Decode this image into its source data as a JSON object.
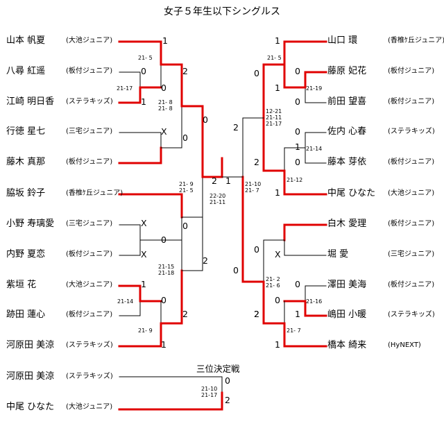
{
  "title": "女子５年生以下シングルス",
  "left_players": [
    {
      "name": "山本 帆夏",
      "club": "(大池ジュニア)"
    },
    {
      "name": "八尋 紅遥",
      "club": "(板付ジュニア)"
    },
    {
      "name": "江崎 明日香",
      "club": "(ステラキッズ)"
    },
    {
      "name": "行徳 星七",
      "club": "(三宅ジュニア)"
    },
    {
      "name": "藤木 真那",
      "club": "(板付ジュニア)"
    },
    {
      "name": "脇坂 鈴子",
      "club": "(香椎ｹ丘ジュニア)"
    },
    {
      "name": "小野 寿璃愛",
      "club": "(三宅ジュニア)"
    },
    {
      "name": "内野 夏恋",
      "club": "(板付ジュニア)"
    },
    {
      "name": "紫垣 花",
      "club": "(大池ジュニア)"
    },
    {
      "name": "跡田 蓮心",
      "club": "(板付ジュニア)"
    },
    {
      "name": "河原田 美涼",
      "club": "(ステラキッズ)"
    }
  ],
  "right_players": [
    {
      "name": "山口 環",
      "club": "(香椎ｹ丘ジュニア)"
    },
    {
      "name": "藤原 妃花",
      "club": "(板付ジュニア)"
    },
    {
      "name": "前田 望喜",
      "club": "(板付ジュニア)"
    },
    {
      "name": "佐内 心春",
      "club": "(ステラキッズ)"
    },
    {
      "name": "藤本 芽依",
      "club": "(板付ジュニア)"
    },
    {
      "name": "中尾 ひなた",
      "club": "(大池ジュニア)"
    },
    {
      "name": "白木 愛理",
      "club": "(板付ジュニア)"
    },
    {
      "name": "堀 愛",
      "club": "(三宅ジュニア)"
    },
    {
      "name": "澤田 美海",
      "club": "(板付ジュニア)"
    },
    {
      "name": "嶋田 小暖",
      "club": "(ステラキッズ)"
    },
    {
      "name": "橋本 綺来",
      "club": "(HyNEXT)"
    }
  ],
  "third_place": {
    "label": "三位決定戦",
    "players": [
      {
        "name": "河原田 美涼",
        "club": "(ステラキッズ)"
      },
      {
        "name": "中尾 ひなた",
        "club": "(大池ジュニア)"
      }
    ],
    "scores": [
      "0",
      "2"
    ],
    "detail": "21-10\n21-17"
  },
  "score_marks": [
    "1",
    "0",
    "0",
    "1",
    "X",
    "2",
    "0",
    "0",
    "X",
    "X",
    "0",
    "1",
    "0",
    "1",
    "2",
    "0",
    "2",
    "2",
    "1",
    "1",
    "0",
    "1",
    "0",
    "0",
    "1",
    "0",
    "2",
    "1",
    "0",
    "X",
    "0",
    "0",
    "1",
    "2",
    "1",
    "0",
    "2",
    "0",
    "2"
  ],
  "set_scores": [
    "21- 5",
    "21-17",
    "21- 8\n21- 8",
    "21- 9\n21- 5",
    "21-15\n21-18",
    "21-14",
    "21- 9",
    "22-20\n21-11",
    "21- 5",
    "21-19",
    "12-21\n21-11\n21-17",
    "21-14",
    "21-12",
    "21-10\n21- 7",
    "21- 2\n21- 6",
    "21-16",
    "21- 7"
  ]
}
